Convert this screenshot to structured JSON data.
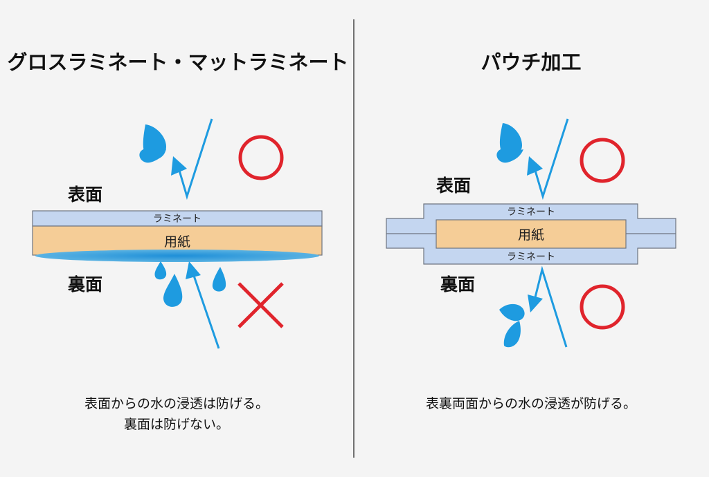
{
  "left": {
    "title": "グロスラミネート・マットラミネート",
    "front_label": "表面",
    "back_label": "裏面",
    "laminate_label": "ラミネート",
    "paper_label": "用紙",
    "caption_line1": "表面からの水の浸透は防げる。",
    "caption_line2": "裏面は防げない。",
    "front_result": "circle",
    "back_result": "cross"
  },
  "right": {
    "title": "パウチ加工",
    "front_label": "表面",
    "back_label": "裏面",
    "laminate_top_label": "ラミネート",
    "laminate_bottom_label": "ラミネート",
    "paper_label": "用紙",
    "caption": "表裏両面からの水の浸透が防げる。",
    "front_result": "circle",
    "back_result": "circle"
  },
  "colors": {
    "laminate": "#c4d6f0",
    "paper": "#f5cd97",
    "water": "#1e9be0",
    "ok": "#e0242c",
    "ng": "#e0242c",
    "divider": "#444444",
    "outline": "#6d7480"
  },
  "icons": [
    "water-drop-icon",
    "arrow-icon",
    "circle-mark-icon",
    "cross-mark-icon"
  ]
}
